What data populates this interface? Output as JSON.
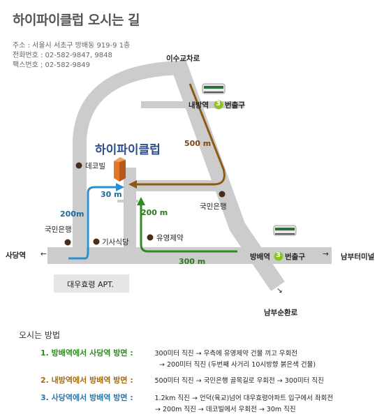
{
  "title": "하이파이클럽 오시는 길",
  "info": {
    "address": "주소 : 서울시 서초구 방배동 919-9 1층",
    "phone": "전화번호 : 02-582-9847, 9848",
    "fax": "팩스번호 ; 02-582-9849"
  },
  "map": {
    "brand": "하이파이클럽",
    "labels": {
      "isu_road": "이수교차로",
      "naebang_station": "내방역",
      "naebang_exit": "번출구",
      "bangbae_station": "방배역",
      "bangbae_exit": "번출구",
      "exit_number": "3",
      "sadang": "사당역",
      "nambu_terminal": "남부터미널",
      "nambu_ring": "남부순환로",
      "dekovil": "데코빌",
      "kookmin_bank_left": "국민은행",
      "kookmin_bank_right": "국민은행",
      "gisa_restaurant": "기사식당",
      "yuyoung_pharma": "유영제약",
      "apt": "대우효령 APT.",
      "arrow_left": "←",
      "arrow_right": "→",
      "arrow_down": "↘"
    },
    "distances": {
      "brown_500": "500 m",
      "blue_200": "200m",
      "blue_30": "30 m",
      "green_200": "200 m",
      "green_300": "300 m"
    },
    "colors": {
      "road": "#cccccc",
      "brown_route": "#8b5a14",
      "blue_route": "#2b8fcf",
      "green_route": "#2f8a1f",
      "building": "#e0782a",
      "exit_badge": "#8ec21f"
    }
  },
  "directions": {
    "heading": "오시는 방법",
    "items": [
      {
        "route": "1. 방배역에서 사당역 방면 :",
        "text": "300미터 직진 → 우측에 유영제약 건물 끼고 우회전",
        "cont": "→ 200미터 직진 (두번째 사거리 10시방향 붉은색 건물)"
      },
      {
        "route": "2. 내방역에서 방배역 방면 :",
        "text": "500미터 직진 → 국민은행 골목길로 우회전 → 300미터 직진",
        "cont": ""
      },
      {
        "route": "3. 사당역에서 방배역 방면 :",
        "text": "1.2km 직진 → 언덕(육교)넘어 대우효령아파트 입구에서 좌회전",
        "cont": "→ 200m 직진 → 데코빌에서 우회전 → 30m 직진"
      }
    ]
  }
}
